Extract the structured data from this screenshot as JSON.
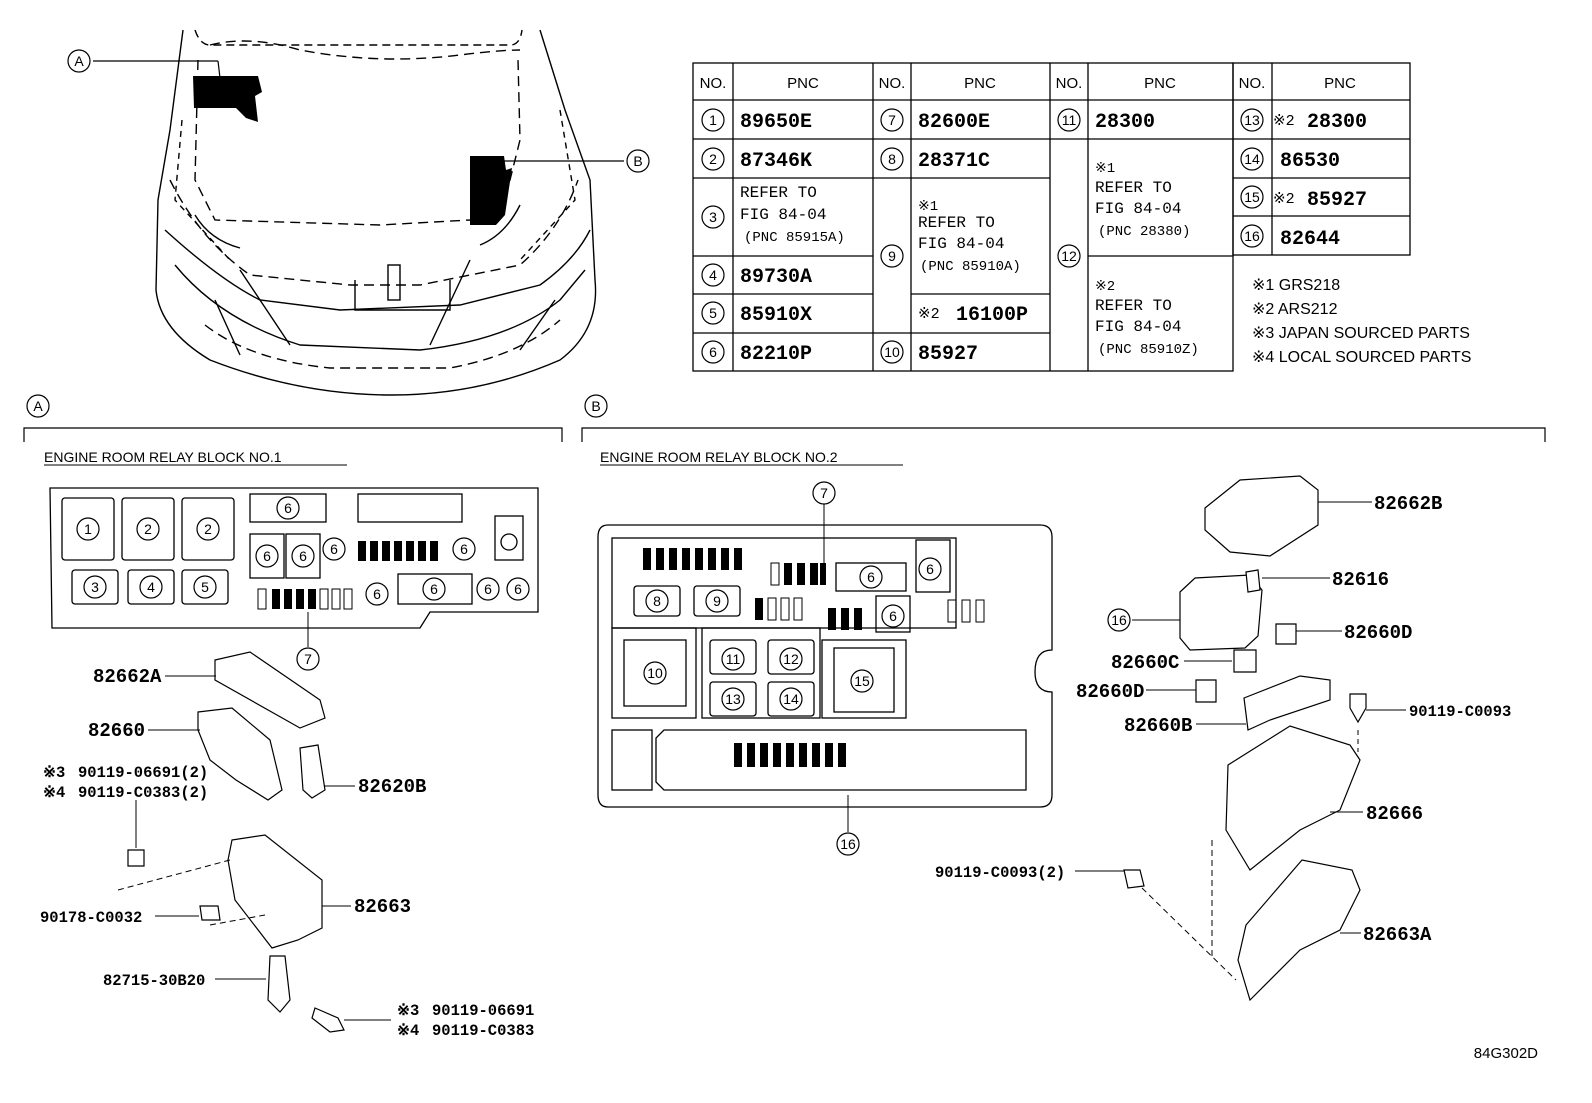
{
  "figure_id": "84G302D",
  "table": {
    "headers": [
      "NO.",
      "PNC"
    ],
    "rows": [
      {
        "no": "1",
        "pnc": "89650E"
      },
      {
        "no": "2",
        "pnc": "87346K"
      },
      {
        "no": "3",
        "lines": [
          "REFER TO",
          "FIG 84-04",
          "(PNC 85915A)"
        ]
      },
      {
        "no": "4",
        "pnc": "89730A"
      },
      {
        "no": "5",
        "pnc": "85910X"
      },
      {
        "no": "6",
        "pnc": "82210P"
      },
      {
        "no": "7",
        "pnc": "82600E"
      },
      {
        "no": "8",
        "pnc": "28371C"
      },
      {
        "no": "9",
        "a_mark": "※1",
        "a_lines": [
          "REFER TO",
          "FIG 84-04",
          "(PNC 85910A)"
        ],
        "b_mark": "※2",
        "b_pnc": "16100P"
      },
      {
        "no": "10",
        "pnc": "85927"
      },
      {
        "no": "11",
        "pnc": "28300"
      },
      {
        "no": "12",
        "a_mark": "※1",
        "a_lines": [
          "REFER TO",
          "FIG 84-04",
          "(PNC 28380)"
        ],
        "b_mark": "※2",
        "b_lines": [
          "REFER TO",
          "FIG 84-04",
          "(PNC 85910Z)"
        ]
      },
      {
        "no": "13",
        "mark": "※2",
        "pnc": "28300"
      },
      {
        "no": "14",
        "pnc": "86530"
      },
      {
        "no": "15",
        "mark": "※2",
        "pnc": "85927"
      },
      {
        "no": "16",
        "pnc": "82644"
      }
    ]
  },
  "notes": [
    "※1 GRS218",
    "※2 ARS212",
    "※3 JAPAN SOURCED PARTS",
    "※4 LOCAL SOURCED PARTS"
  ],
  "callouts": {
    "a": "A",
    "b": "B"
  },
  "section_a": {
    "title": "ENGINE ROOM RELAY BLOCK NO.1",
    "layout_nums": [
      "1",
      "2",
      "2",
      "3",
      "4",
      "5",
      "6",
      "6",
      "6",
      "6",
      "6",
      "6",
      "6",
      "6",
      "6",
      "7"
    ],
    "parts": [
      "82662A",
      "82660",
      "82620B",
      "82663",
      "90178-C0032",
      "82715-30B20"
    ],
    "japan_mark": "※3",
    "local_mark": "※4",
    "bolt_japan_qty": "90119-06691(2)",
    "bolt_local_qty": "90119-C0383(2)",
    "bolt_japan": "90119-06691",
    "bolt_local": "90119-C0383"
  },
  "section_b": {
    "title": "ENGINE ROOM RELAY BLOCK NO.2",
    "layout_nums": [
      "7",
      "6",
      "6",
      "6",
      "8",
      "9",
      "10",
      "11",
      "12",
      "13",
      "14",
      "15",
      "16"
    ],
    "parts": [
      "82662B",
      "82616",
      "82660D",
      "82660C",
      "82660D",
      "82660B",
      "90119-C0093",
      "82666",
      "90119-C0093(2)",
      "82663A"
    ],
    "callout_num": "16"
  }
}
